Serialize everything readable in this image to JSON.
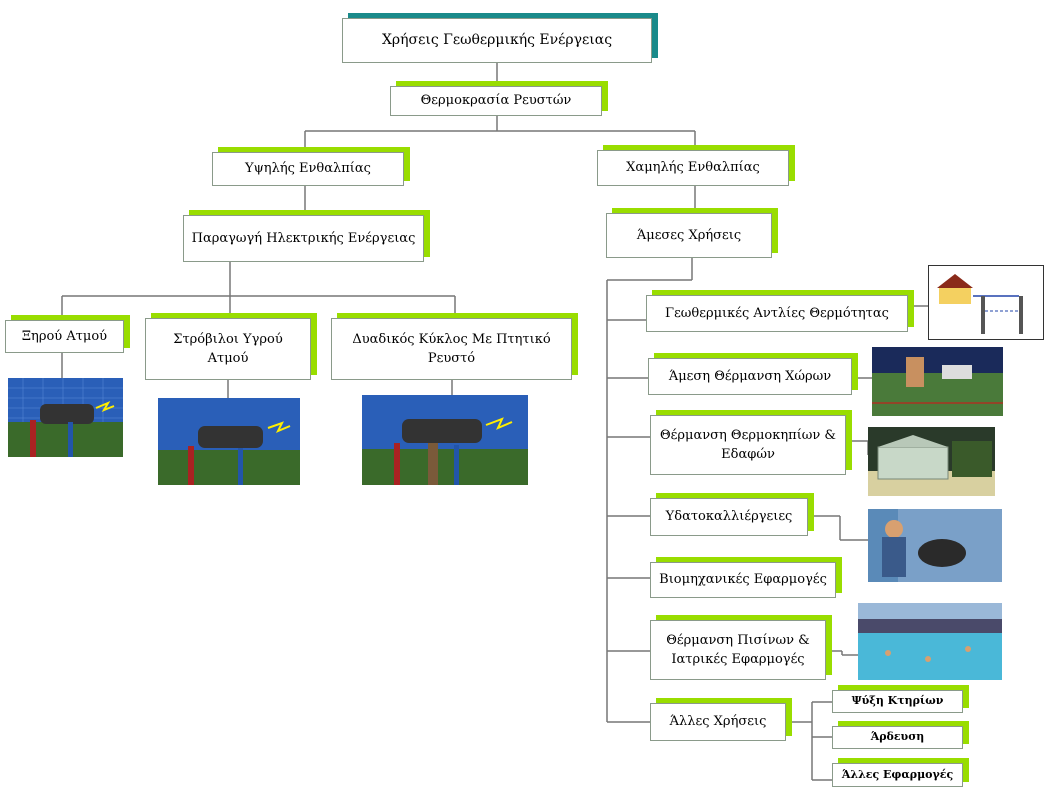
{
  "nodes": {
    "root": "Χρήσεις Γεωθερμικής Ενέργειας",
    "temperature": "Θερμοκρασία Ρευστών",
    "high": "Υψηλής Ενθαλπίας",
    "low": "Χαμηλής Ενθαλπίας",
    "electric": "Παραγωγή Ηλεκτρικής Ενέργειας",
    "direct": "Άμεσες Χρήσεις",
    "dry": "Ξηρού Ατμού",
    "flash": "Στρόβιλοι Υγρού Ατμού",
    "binary": "Δυαδικός Κύκλος Με Πτητικό Ρευστό",
    "heatpumps": "Γεωθερμικές Αντλίες Θερμότητας",
    "space": "Άμεση Θέρμανση Χώρων",
    "greenhouse": "Θέρμανση Θερμοκηπίων & Εδαφών",
    "aqua": "Υδατοκαλλιέργειες",
    "industrial": "Βιομηχανικές Εφαρμογές",
    "pools": "Θέρμανση Πισίνων & Ιατρικές Εφαρμογές",
    "other": "Άλλες Χρήσεις",
    "cooling": "Ψύξη Κτηρίων",
    "irrigation": "Άρδευση",
    "other_apps": "Άλλες Εφαρμογές"
  },
  "colors": {
    "accent_green": "#99dd00",
    "accent_teal": "#1a8a8a",
    "line": "#777777",
    "sky": "#2a5fb8",
    "ground": "#3a6a2a"
  }
}
